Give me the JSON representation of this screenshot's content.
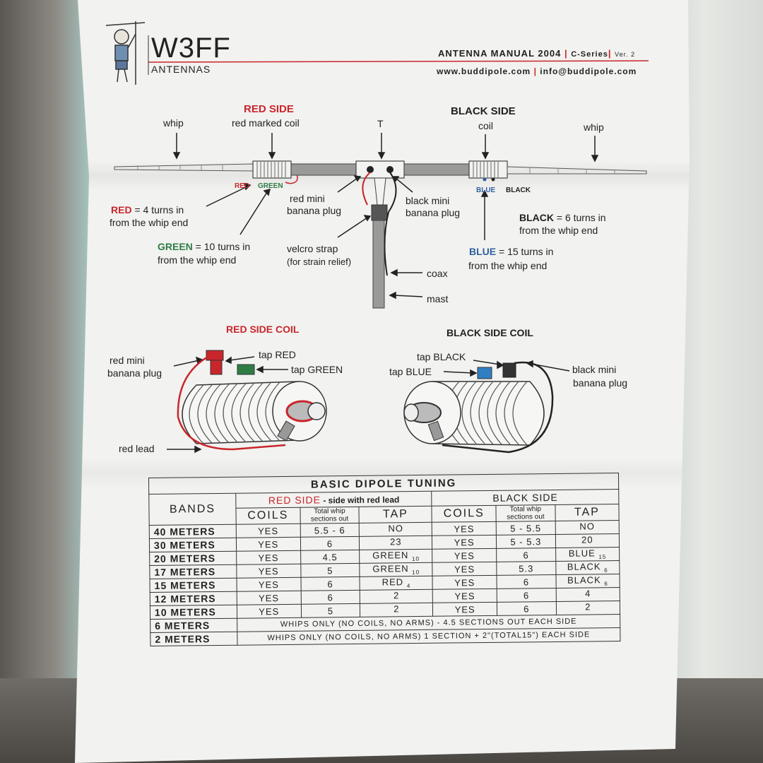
{
  "header": {
    "logo": "W3FF",
    "logo_sub": "ANTENNAS",
    "manual_title": "ANTENNA MANUAL 2004",
    "series": "C-Series",
    "version": "Ver. 2",
    "website": "www.buddipole.com",
    "email": "info@buddipole.com"
  },
  "diagram": {
    "red_side_title": "RED SIDE",
    "red_coil_label": "red marked coil",
    "whip_left": "whip",
    "t_label": "T",
    "black_side_title": "BLACK SIDE",
    "black_coil_label": "coil",
    "whip_right": "whip",
    "tap_red_small": "RED",
    "tap_green_small": "GREEN",
    "tap_blue_small": "BLUE",
    "tap_black_small": "BLACK",
    "red_turns_a": "RED",
    "red_turns_b": " = 4 turns in",
    "red_turns_c": "from the whip end",
    "green_turns_a": "GREEN",
    "green_turns_b": " = 10 turns in",
    "green_turns_c": "from the whip end",
    "red_mini_1": "red mini",
    "red_mini_2": "banana plug",
    "black_mini_1": "black mini",
    "black_mini_2": "banana plug",
    "velcro_1": "velcro strap",
    "velcro_2": "(for strain relief)",
    "coax": "coax",
    "mast": "mast",
    "black_turns_a": "BLACK",
    "black_turns_b": " = 6 turns in",
    "black_turns_c": "from the whip end",
    "blue_turns_a": "BLUE",
    "blue_turns_b": " = 15 turns in",
    "blue_turns_c": "from the whip end"
  },
  "coils": {
    "red_title": "RED SIDE COIL",
    "black_title": "BLACK SIDE COIL",
    "red_plug_1": "red mini",
    "red_plug_2": "banana plug",
    "tap_red": "tap RED",
    "tap_green": "tap GREEN",
    "red_lead": "red lead",
    "tap_black": "tap BLACK",
    "tap_blue": "tap BLUE",
    "black_plug_1": "black mini",
    "black_plug_2": "banana plug"
  },
  "table": {
    "title": "BASIC DIPOLE TUNING",
    "red_side": "RED SIDE",
    "red_side_note": " - side with red  lead",
    "black_side": "BLACK SIDE",
    "col_bands": "BANDS",
    "col_coils": "COILS",
    "col_whip_1": "Total whip",
    "col_whip_2": "sections out",
    "col_tap": "TAP",
    "rows": [
      {
        "band": "40 METERS",
        "rc": "YES",
        "rw": "5.5 - 6",
        "rt": "NO",
        "rtn": "",
        "bc": "YES",
        "bw": "5 - 5.5",
        "bt": "NO",
        "btn": ""
      },
      {
        "band": "30 METERS",
        "rc": "YES",
        "rw": "6",
        "rt": "23",
        "rtn": "",
        "bc": "YES",
        "bw": "5 - 5.3",
        "bt": "20",
        "btn": ""
      },
      {
        "band": "20 METERS",
        "rc": "YES",
        "rw": "4.5",
        "rt": "GREEN",
        "rtn": "10",
        "bc": "YES",
        "bw": "6",
        "bt": "BLUE",
        "btn": "15"
      },
      {
        "band": "17 METERS",
        "rc": "YES",
        "rw": "5",
        "rt": "GREEN",
        "rtn": "10",
        "bc": "YES",
        "bw": "5.3",
        "bt": "BLACK",
        "btn": "6"
      },
      {
        "band": "15 METERS",
        "rc": "YES",
        "rw": "6",
        "rt": "RED",
        "rtn": "4",
        "bc": "YES",
        "bw": "6",
        "bt": "BLACK",
        "btn": "6"
      },
      {
        "band": "12 METERS",
        "rc": "YES",
        "rw": "6",
        "rt": "2",
        "rtn": "",
        "bc": "YES",
        "bw": "6",
        "bt": "4",
        "btn": ""
      },
      {
        "band": "10 METERS",
        "rc": "YES",
        "rw": "5",
        "rt": "2",
        "rtn": "",
        "bc": "YES",
        "bw": "6",
        "bt": "2",
        "btn": ""
      }
    ],
    "row_6m_band": "6 METERS",
    "row_6m_text": "WHIPS ONLY (NO COILS, NO ARMS) - 4.5 SECTIONS OUT EACH SIDE",
    "row_2m_band": "2 METERS",
    "row_2m_text": "WHIPS ONLY (NO COILS, NO ARMS) 1 SECTION + 2\"(TOTAL15\") EACH SIDE"
  },
  "colors": {
    "red": "#c8262b",
    "green": "#2e7d45",
    "blue": "#2f5fa1",
    "black": "#222222"
  }
}
